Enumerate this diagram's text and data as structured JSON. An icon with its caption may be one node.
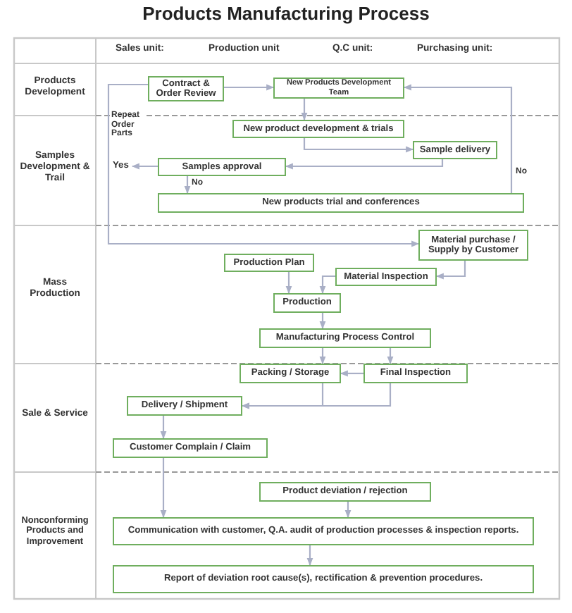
{
  "diagram": {
    "title": "Products Manufacturing Process",
    "nodes": [
      {
        "text": [
          "Contract & Order Review"
        ]
      },
      {
        "text": [
          "New Products Development Team"
        ]
      },
      {
        "text": [
          "New product development & trials"
        ]
      },
      {
        "text": [
          "Sample delivery"
        ]
      },
      {
        "text": [
          "Samples approval"
        ]
      },
      {
        "text": [
          "New products trial and conferences"
        ]
      },
      {
        "text": [
          "Material purchase / Supply by Customer"
        ]
      },
      {
        "text": [
          "Production Plan"
        ]
      },
      {
        "text": [
          "Material Inspection"
        ]
      },
      {
        "text": [
          "Production"
        ]
      },
      {
        "text": [
          "Manufacturing Process Control"
        ]
      },
      {
        "text": [
          "Packing / Storage"
        ]
      },
      {
        "text": [
          "Final Inspection"
        ]
      },
      {
        "text": [
          "Delivery / Shipment"
        ]
      },
      {
        "text": [
          "Customer Complain / Claim"
        ]
      },
      {
        "text": [
          "Product deviation / rejection"
        ]
      },
      {
        "text": [
          "Communication with customer, Q.A. audit of production processes & inspection reports."
        ]
      },
      {
        "text": [
          "Report of deviation root cause(s), rectification & prevention procedures."
        ]
      },
      {
        "text": [
          "Yes"
        ]
      }
    ],
    "edges": [
      {
        "from": 0,
        "to": 1,
        "arrow": "to"
      },
      {
        "from": 0,
        "to": 6,
        "arrow": "to",
        "label": "Repeat Order Parts"
      },
      {
        "from": 1,
        "to": 2,
        "arrow": "to"
      },
      {
        "from": 2,
        "to": 3,
        "arrow": "to"
      },
      {
        "from": 3,
        "to": 4,
        "arrow": "to"
      },
      {
        "from": 4,
        "to": 18,
        "arrow": "to"
      },
      {
        "from": 4,
        "to": 5,
        "arrow": "to",
        "label": "No"
      },
      {
        "from": 5,
        "to": 1,
        "arrow": "to",
        "label": "No"
      },
      {
        "from": 6,
        "to": 8,
        "arrow": "to"
      },
      {
        "from": 7,
        "to": 9,
        "arrow": "to"
      },
      {
        "from": 8,
        "to": 9,
        "arrow": "to"
      },
      {
        "from": 9,
        "to": 10,
        "arrow": "to"
      },
      {
        "from": 10,
        "to": 11,
        "arrow": "to"
      },
      {
        "from": 10,
        "to": 12,
        "arrow": "to"
      },
      {
        "from": 12,
        "to": 11,
        "arrow": "to"
      },
      {
        "from": 11,
        "to": 13,
        "arrow": "to"
      },
      {
        "from": 12,
        "to": 13,
        "arrow": "to"
      },
      {
        "from": 13,
        "to": 14,
        "arrow": "to"
      },
      {
        "from": 14,
        "to": 16,
        "arrow": "to"
      },
      {
        "from": 15,
        "to": 16,
        "arrow": "to"
      },
      {
        "from": 16,
        "to": 17,
        "arrow": "to"
      }
    ],
    "labels": [
      "Sales unit:",
      "Production unit",
      "Q.C unit:",
      "Purchasing unit:",
      "Products Development",
      "Samples Development & Trail",
      "Mass Production",
      "Sale & Service",
      "Nonconforming Products and Improvement"
    ]
  }
}
